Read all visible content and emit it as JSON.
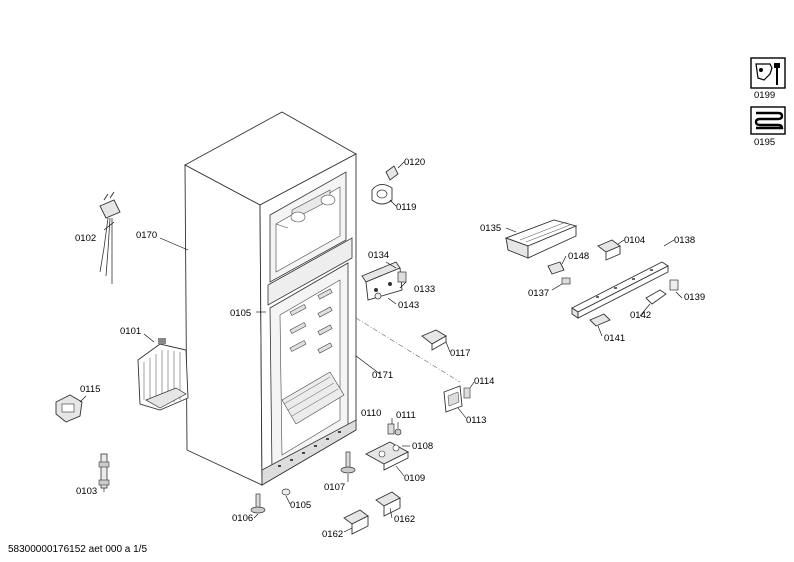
{
  "labels": {
    "p0199": "0199",
    "p0195": "0195",
    "p0120": "0120",
    "p0119": "0119",
    "p0102": "0102",
    "p0170": "0170",
    "p0135": "0135",
    "p0104": "0104",
    "p0138": "0138",
    "p0148": "0148",
    "p0137": "0137",
    "p0139": "0139",
    "p0142": "0142",
    "p0141": "0141",
    "p0134": "0134",
    "p0133": "0133",
    "p0143": "0143",
    "p0105": "0105",
    "p0101": "0101",
    "p0117": "0117",
    "p0171": "0171",
    "p0115": "0115",
    "p0114": "0114",
    "p0113": "0113",
    "p0110": "0110",
    "p0111": "0111",
    "p0108": "0108",
    "p0109": "0109",
    "p0107": "0107",
    "p0103": "0103",
    "p0106": "0106",
    "p0105b": "0105",
    "p0162a": "0162",
    "p0162b": "0162"
  },
  "footer": "58300000176152 aet 000 a 1/5"
}
